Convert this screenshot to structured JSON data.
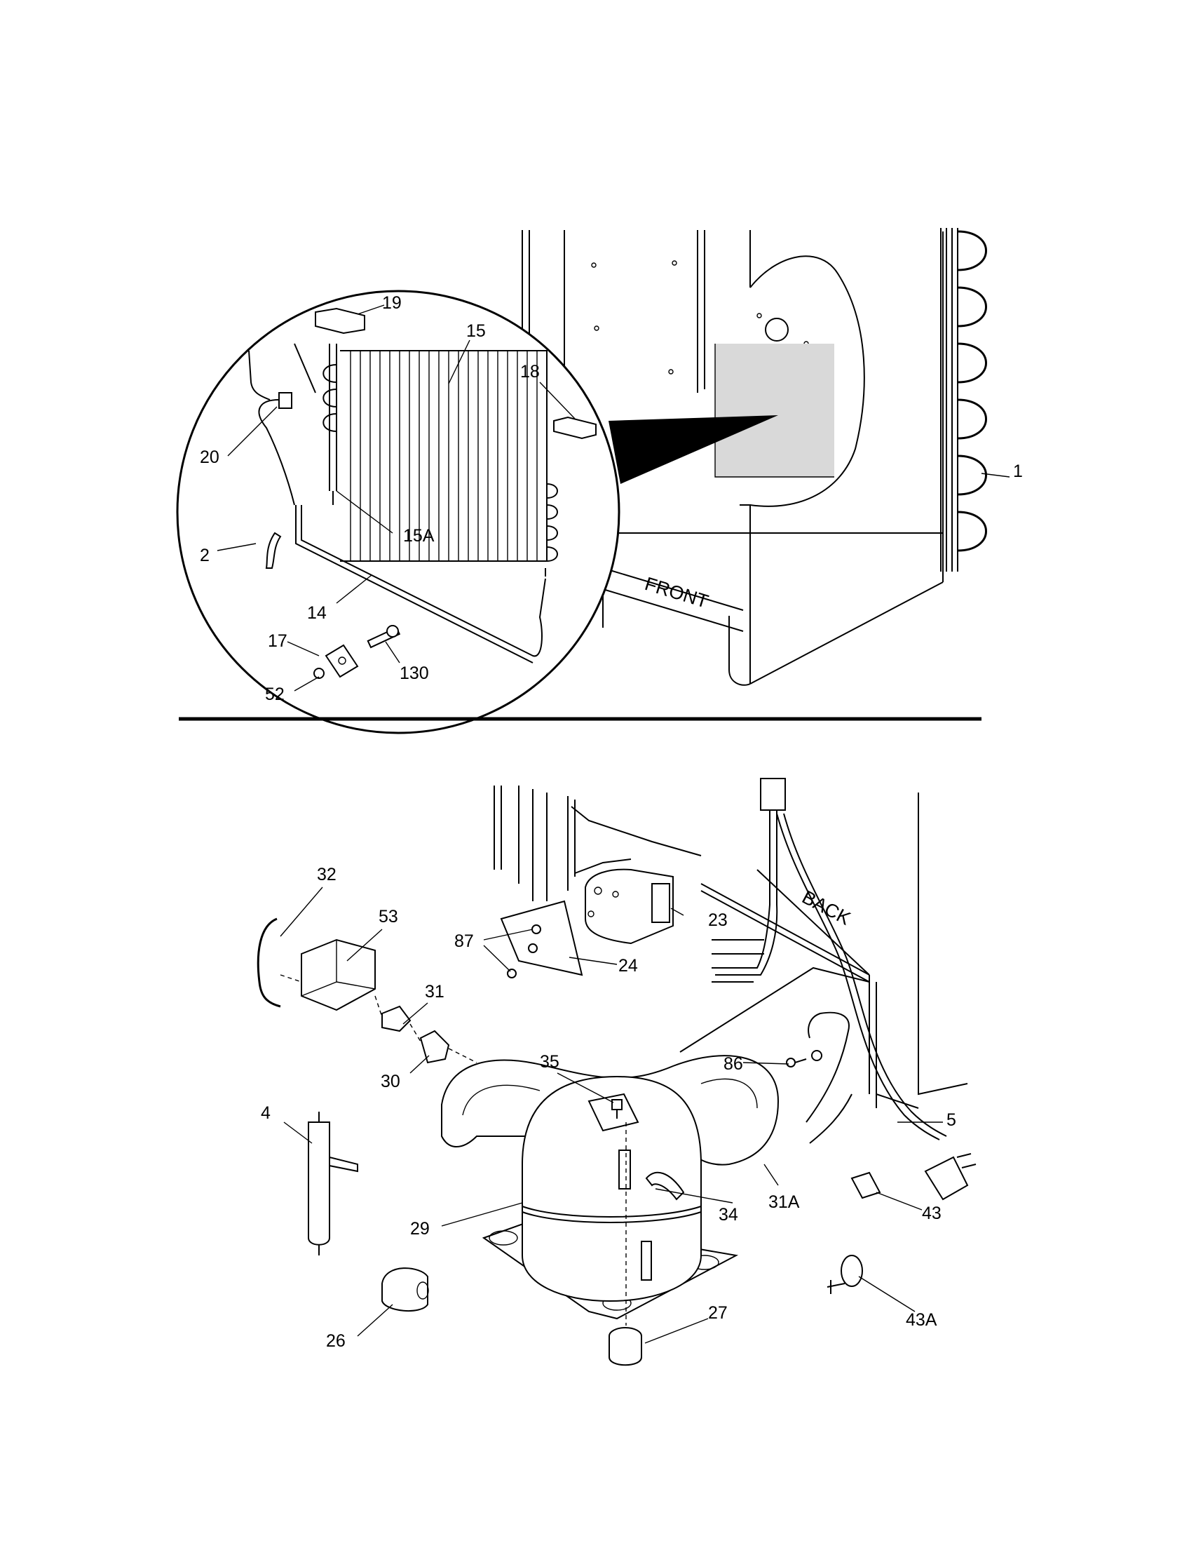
{
  "side_labels": {
    "front": "FRONT",
    "back": "BACK"
  },
  "callouts": {
    "c1": "1",
    "c2": "2",
    "c14": "14",
    "c15": "15",
    "c15a": "15A",
    "c17": "17",
    "c18": "18",
    "c19": "19",
    "c20": "20",
    "c52": "52",
    "c130": "130",
    "c4": "4",
    "c5": "5",
    "c23": "23",
    "c24": "24",
    "c26": "26",
    "c27": "27",
    "c29": "29",
    "c30": "30",
    "c31": "31",
    "c31a": "31A",
    "c32": "32",
    "c34": "34",
    "c35": "35",
    "c43": "43",
    "c43a": "43A",
    "c53": "53",
    "c86": "86",
    "c87": "87"
  }
}
